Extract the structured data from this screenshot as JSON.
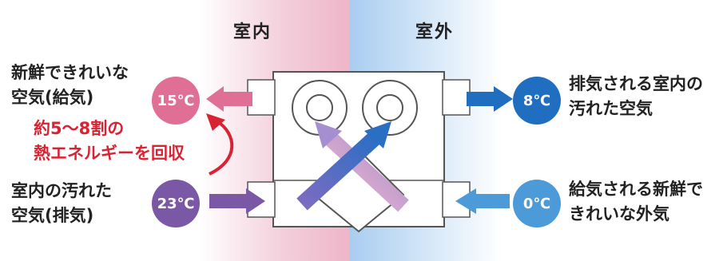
{
  "zones": {
    "indoor": "室内",
    "outdoor": "室外"
  },
  "left_top": {
    "line1": "新鮮できれいな",
    "line2": "空気(給気)"
  },
  "left_bottom": {
    "line1": "室内の汚れた",
    "line2": "空気(排気)"
  },
  "recovery": {
    "line1": "約5〜8割の",
    "line2": "熱エネルギーを回収"
  },
  "right_top": {
    "line1": "排気される室内の",
    "line2": "汚れた空気"
  },
  "right_bottom": {
    "line1": "給気される新鮮で",
    "line2": "きれいな外気"
  },
  "temps": {
    "supply_in": "15℃",
    "exhaust_in": "23℃",
    "exhaust_out": "8℃",
    "supply_out": "0℃"
  },
  "colors": {
    "pink": "#df6f95",
    "purple": "#7b58a6",
    "blue_dark": "#1f6ec0",
    "blue_light": "#4d9ad8",
    "red": "#d92332"
  }
}
